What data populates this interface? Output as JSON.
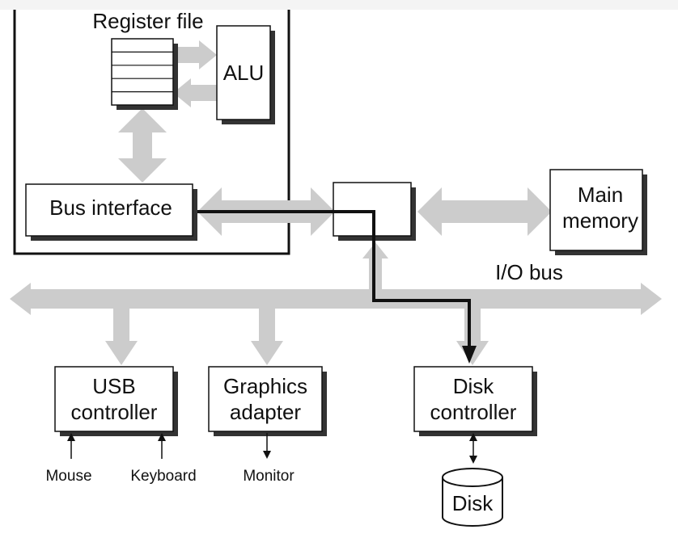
{
  "labels": {
    "register_file": "Register file",
    "alu": "ALU",
    "bus_interface": "Bus interface",
    "main_memory_line1": "Main",
    "main_memory_line2": "memory",
    "io_bus": "I/O bus",
    "usb_line1": "USB",
    "usb_line2": "controller",
    "graphics_line1": "Graphics",
    "graphics_line2": "adapter",
    "disk_ctrl_line1": "Disk",
    "disk_ctrl_line2": "controller",
    "disk": "Disk",
    "mouse": "Mouse",
    "keyboard": "Keyboard",
    "monitor": "Monitor"
  },
  "colors": {
    "bus_arrow": "#cccccc",
    "outline": "#111111",
    "box_fill": "#ffffff",
    "shadow": "#333333",
    "top_strip": "#f4f4f4"
  }
}
